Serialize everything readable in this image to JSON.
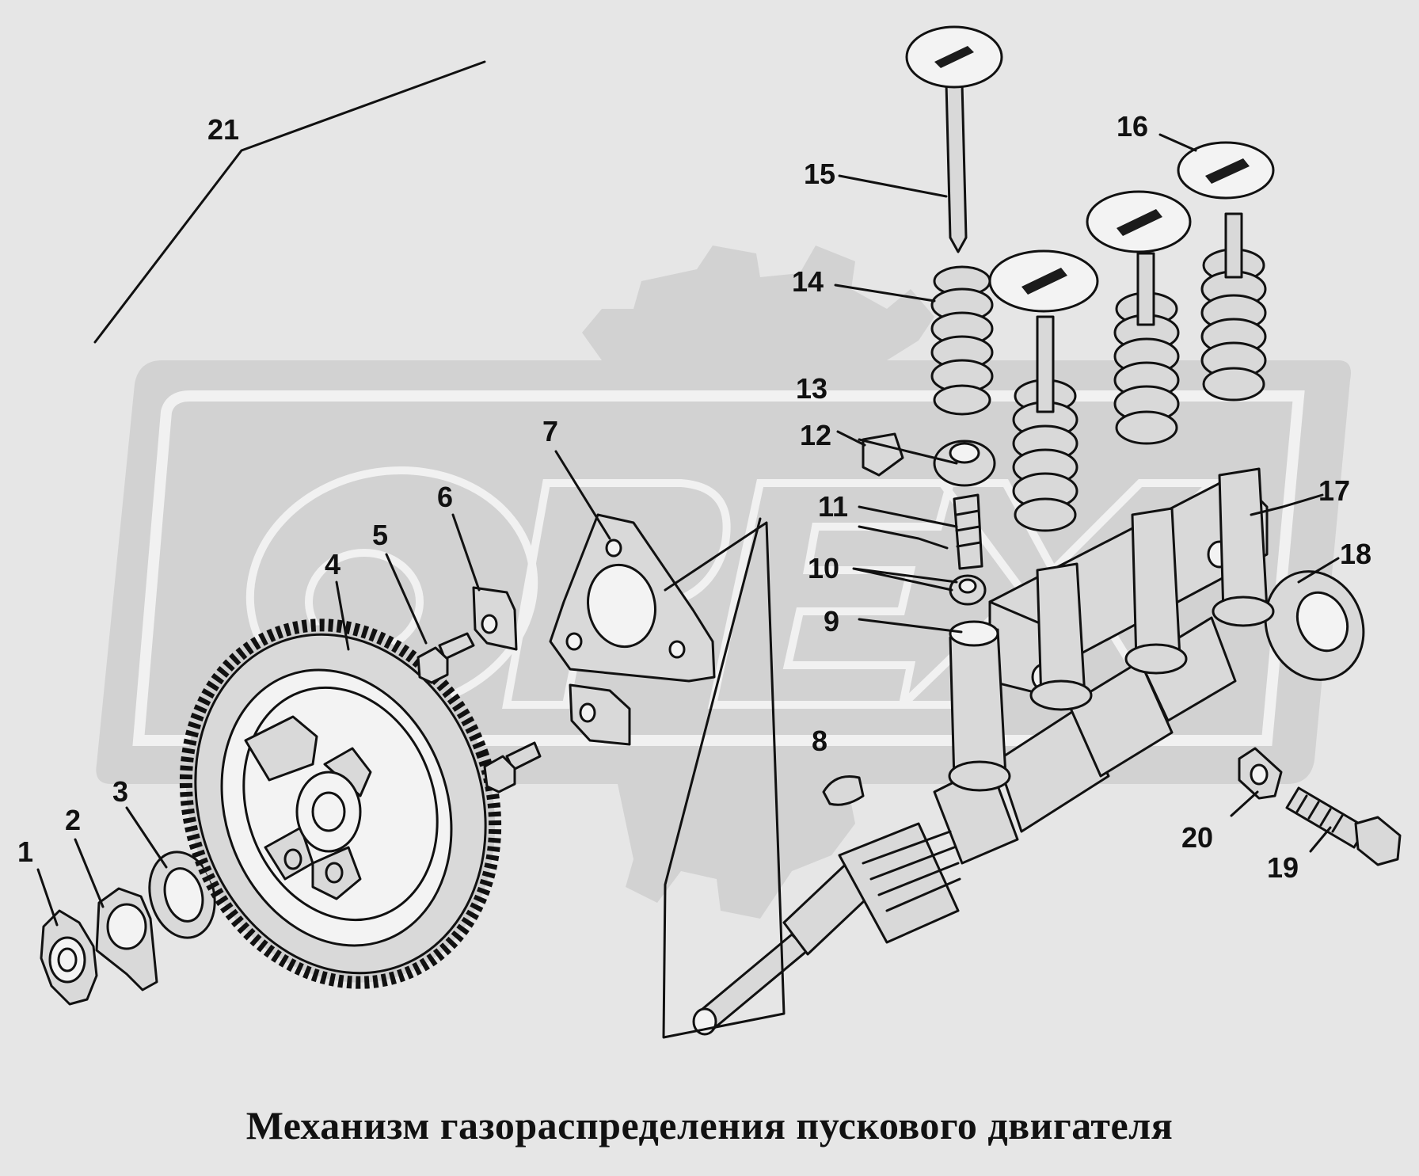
{
  "title": "Механизм газораспределения пускового двигателя",
  "colors": {
    "background": "#e6e6e6",
    "watermark": "#d2d2d2",
    "ink": "#111111"
  },
  "callouts": [
    {
      "id": "1",
      "label": "1"
    },
    {
      "id": "2",
      "label": "2"
    },
    {
      "id": "3",
      "label": "3"
    },
    {
      "id": "4",
      "label": "4"
    },
    {
      "id": "5",
      "label": "5"
    },
    {
      "id": "6",
      "label": "6"
    },
    {
      "id": "7",
      "label": "7"
    },
    {
      "id": "8",
      "label": "8"
    },
    {
      "id": "9",
      "label": "9"
    },
    {
      "id": "10",
      "label": "10"
    },
    {
      "id": "11",
      "label": "11"
    },
    {
      "id": "12",
      "label": "12"
    },
    {
      "id": "13",
      "label": "13"
    },
    {
      "id": "14",
      "label": "14"
    },
    {
      "id": "15",
      "label": "15"
    },
    {
      "id": "16",
      "label": "16"
    },
    {
      "id": "17",
      "label": "17"
    },
    {
      "id": "18",
      "label": "18"
    },
    {
      "id": "19",
      "label": "19"
    },
    {
      "id": "20",
      "label": "20"
    },
    {
      "id": "21",
      "label": "21"
    }
  ]
}
